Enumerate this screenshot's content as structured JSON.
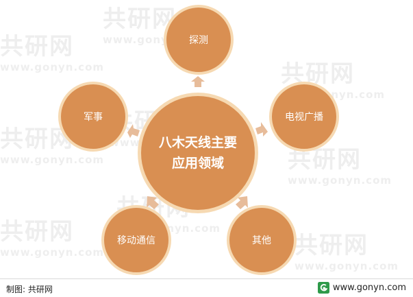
{
  "diagram": {
    "center": "八木天线主要应用领域",
    "center_lines": [
      "八木天线主要",
      "应用领域"
    ],
    "nodes": {
      "top": "探测",
      "left": "军事",
      "right": "电视广播",
      "bottom_left": "移动通信",
      "bottom_right": "其他"
    }
  },
  "footer": {
    "source": "制图: 共研网",
    "website": "www.gonyn.com"
  },
  "watermark": {
    "brand": "共研网",
    "url": "www.gonyn.com"
  },
  "colors": {
    "node_fill": "#d98f52",
    "node_ring": "#f6d9b2",
    "arrow": "#e7bc9a",
    "logo_green": "#2e9a4a"
  },
  "icons": {
    "logo": "gonyn-logo-icon"
  }
}
